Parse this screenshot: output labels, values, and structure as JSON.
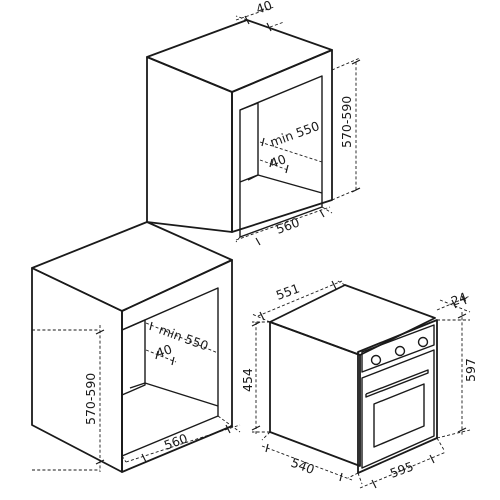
{
  "upper_niche": {
    "top_depth": "40",
    "height": "570-590",
    "inner_depth": "min 550",
    "inner_offset": "40",
    "width": "560"
  },
  "lower_niche": {
    "height": "570-590",
    "inner_depth": "min 550",
    "inner_offset": "40",
    "width": "560"
  },
  "oven": {
    "depth_total": "551",
    "panel_depth": "24",
    "body_height": "454",
    "front_height": "597",
    "body_width": "540",
    "front_width": "595"
  }
}
